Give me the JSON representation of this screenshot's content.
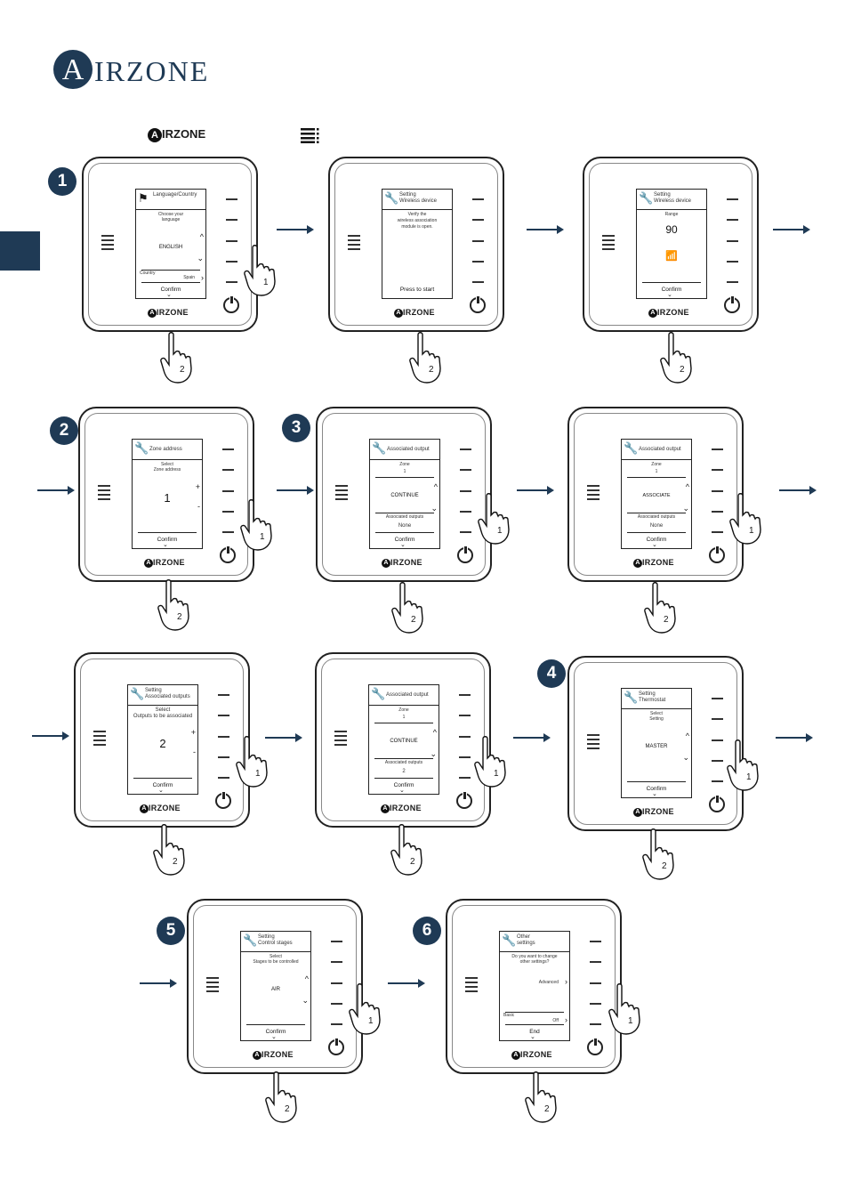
{
  "brand": {
    "initial": "A",
    "rest": "IRZONE"
  },
  "top_logo": {
    "initial": "A",
    "rest": "IRZONE"
  },
  "hand_labels": {
    "one": "1",
    "two": "2"
  },
  "device_logo": {
    "initial": "A",
    "rest": "IRZONE"
  },
  "steps": [
    {
      "number": "1"
    },
    {
      "number": "2"
    },
    {
      "number": "3"
    },
    {
      "number": "4"
    },
    {
      "number": "5"
    },
    {
      "number": "6"
    }
  ],
  "screens": {
    "language": {
      "title": "Language/Country",
      "prompt1": "Choose your",
      "prompt2": "language",
      "value": "ENGLISH",
      "country_label": "Country",
      "country_value": "Spain",
      "confirm": "Confirm"
    },
    "wireless": {
      "title1": "Setting",
      "title2": "Wireless device",
      "l1": "Verify the",
      "l2": "wireless association",
      "l3": "module is open.",
      "action": "Press to start"
    },
    "range": {
      "title1": "Setting",
      "title2": "Wireless device",
      "label": "Range",
      "value": "90",
      "confirm": "Confirm"
    },
    "zone": {
      "title": "Zone address",
      "l1": "Select",
      "l2": "Zone address",
      "value": "1",
      "plus": "+",
      "minus": "-",
      "confirm": "Confirm"
    },
    "assoc_continue": {
      "title": "Associated output",
      "zone_label": "Zone",
      "zone_value": "1",
      "action": "CONTINUE",
      "out_label": "Associated outputs",
      "out_value": "None",
      "confirm": "Confirm"
    },
    "assoc_associate": {
      "title": "Associated output",
      "zone_label": "Zone",
      "zone_value": "1",
      "action": "ASSOCIATE",
      "out_label": "Associated outputs",
      "out_value": "None",
      "confirm": "Confirm"
    },
    "outputs": {
      "title1": "Setting",
      "title2": "Associated outputs",
      "l1": "Select",
      "l2": "Outputs to be associated",
      "value": "2",
      "plus": "+",
      "minus": "-",
      "confirm": "Confirm"
    },
    "assoc_continue2": {
      "title": "Associated output",
      "zone_label": "Zone",
      "zone_value": "1",
      "action": "CONTINUE",
      "out_label": "Associated outputs",
      "out_value": "2",
      "confirm": "Confirm"
    },
    "thermostat": {
      "title1": "Setting",
      "title2": "Thermostat",
      "l1": "Select",
      "l2": "Setting",
      "value": "MASTER",
      "confirm": "Confirm"
    },
    "stages": {
      "title1": "Setting",
      "title2": "Control stages",
      "l1": "Select",
      "l2": "Stages to be controlled",
      "value": "AIR",
      "confirm": "Confirm"
    },
    "other": {
      "title1": "Other",
      "title2": "settings",
      "l1": "Do you want to change",
      "l2": "other settings?",
      "advanced": "Advanced",
      "basic": "Basic",
      "off": "Off",
      "end": "End"
    }
  }
}
